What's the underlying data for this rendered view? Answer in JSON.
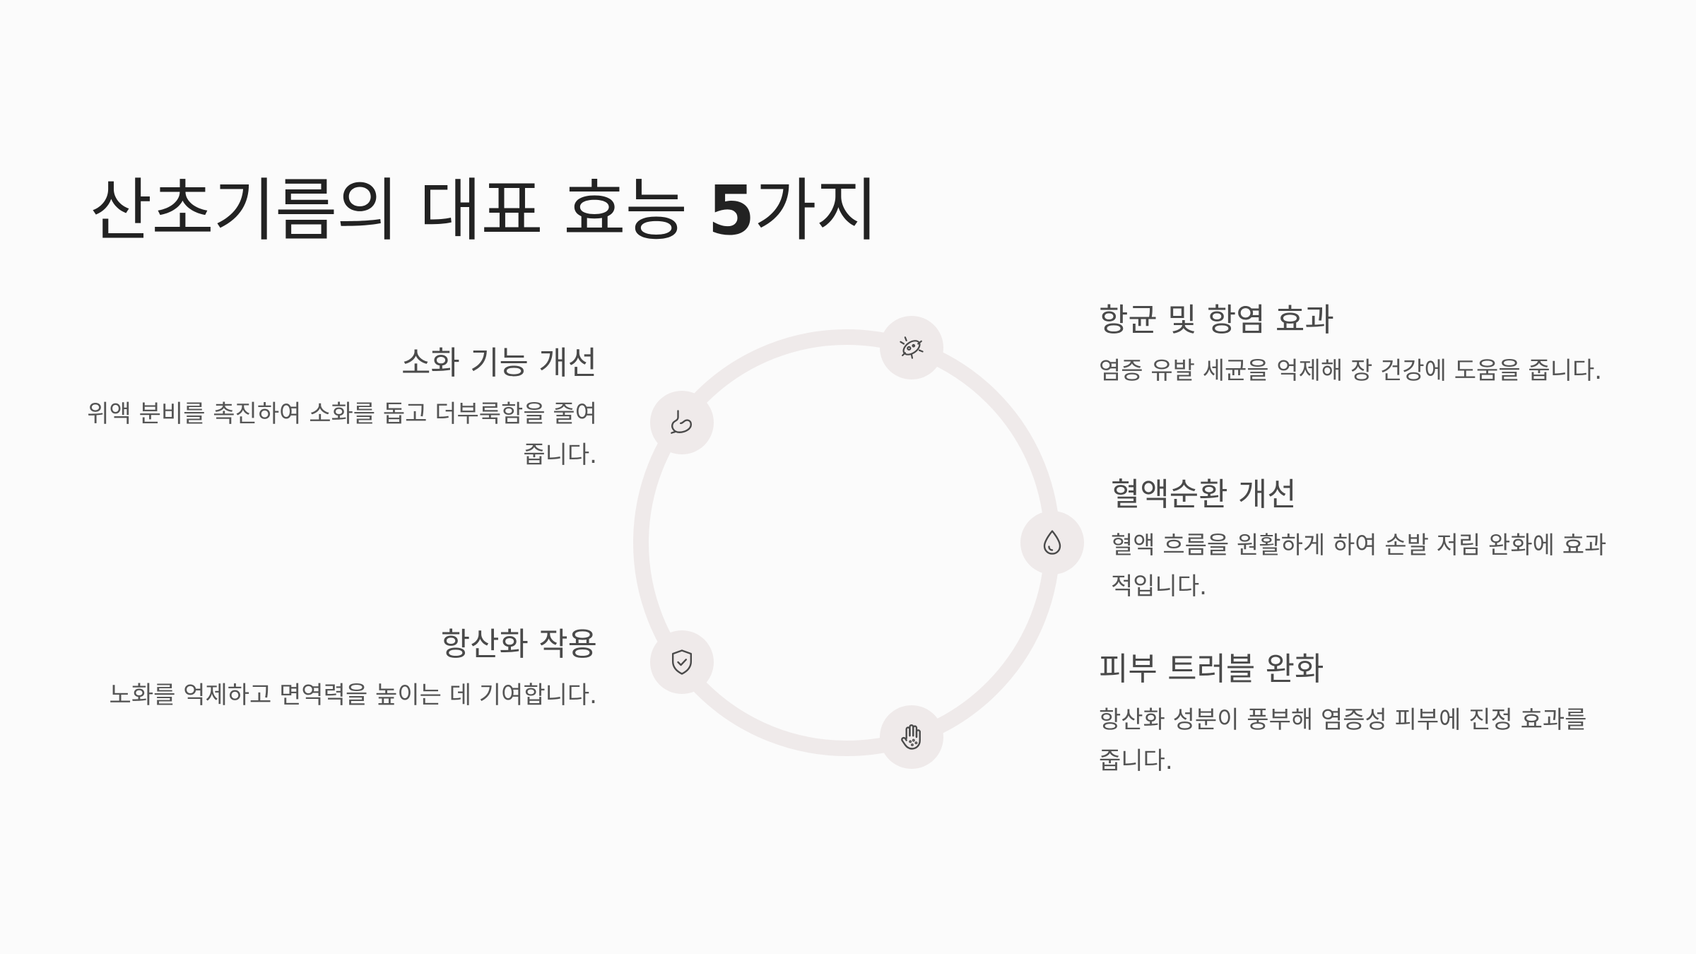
{
  "title": {
    "prefix": "산초기름의 대표 효능 ",
    "number": "5",
    "suffix": "가지"
  },
  "benefits": {
    "digestion": {
      "heading": "소화 기능 개선",
      "body": "위액 분비를 촉진하여 소화를 돕고 더부룩함을 줄여줍니다.",
      "icon": "stomach-icon"
    },
    "antioxidant": {
      "heading": "항산화 작용",
      "body": "노화를 억제하고 면역력을 높이는 데 기여합니다.",
      "icon": "shield-check-icon"
    },
    "antibacterial": {
      "heading": "항균 및 항염 효과",
      "body": "염증 유발 세균을 억제해 장 건강에 도움을 줍니다.",
      "icon": "bacteria-icon"
    },
    "circulation": {
      "heading": "혈액순환 개선",
      "body": "혈액 흐름을 원활하게 하여 손발 저림 완화에 효과적입니다.",
      "icon": "droplet-icon"
    },
    "skin": {
      "heading": "피부 트러블 완화",
      "body": "항산화 성분이 풍부해 염증성 피부에 진정 효과를 줍니다.",
      "icon": "hand-icon"
    }
  },
  "colors": {
    "ring": "#efeaea",
    "icon_stroke": "#4a4a4a",
    "title": "#222222",
    "text": "#4a4a4a",
    "background": "#fbfbfb"
  }
}
